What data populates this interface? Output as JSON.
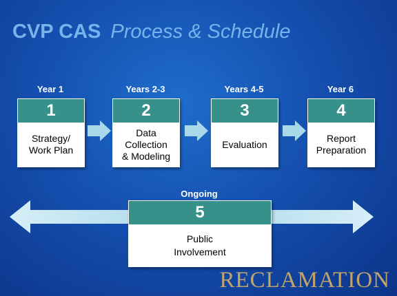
{
  "title": {
    "main": "CVP CAS",
    "sub": "Process & Schedule"
  },
  "stages": [
    {
      "year": "Year 1",
      "number": "1",
      "label": "Strategy/\nWork Plan"
    },
    {
      "year": "Years 2-3",
      "number": "2",
      "label": "Data\nCollection\n& Modeling"
    },
    {
      "year": "Years 4-5",
      "number": "3",
      "label": "Evaluation"
    },
    {
      "year": "Year 6",
      "number": "4",
      "label": "Report\nPreparation"
    }
  ],
  "ongoing": {
    "label": "Ongoing",
    "number": "5",
    "text": "Public\nInvolvement"
  },
  "logo": "RECLAMATION",
  "colors": {
    "background": "#1550b0",
    "title": "#78b3ec",
    "box_header": "#38908a",
    "arrow": "#a9d8ea",
    "logo": "#c2a669"
  }
}
